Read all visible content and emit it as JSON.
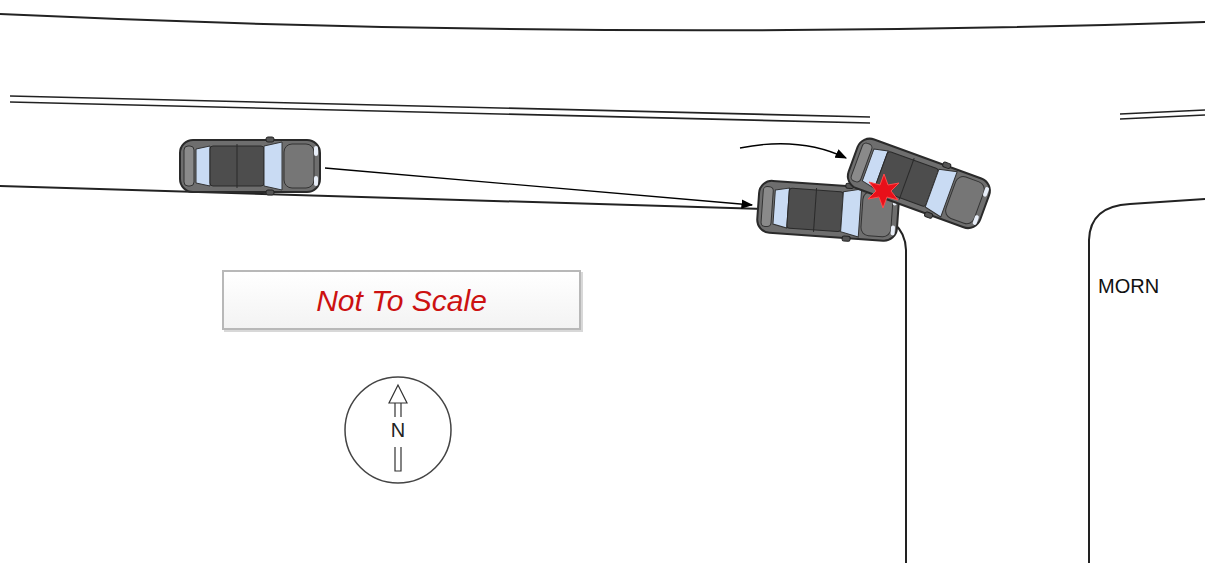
{
  "diagram": {
    "nodes": [
      {
        "text": [
          "Not To Scale"
        ]
      },
      {
        "text": [
          "N"
        ]
      }
    ],
    "labels": [
      "MORN"
    ]
  }
}
